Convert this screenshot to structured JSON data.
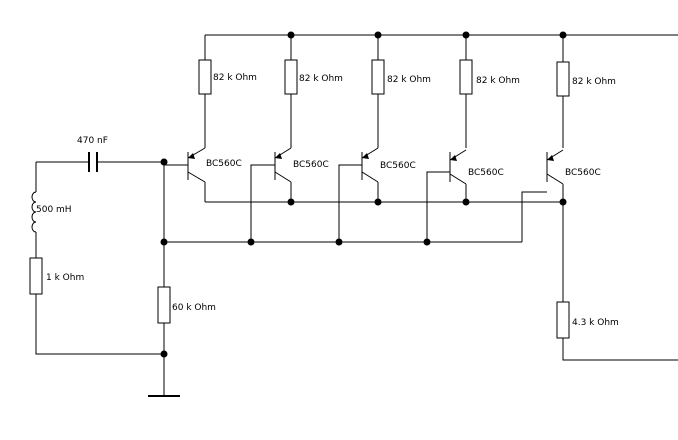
{
  "labels": {
    "capacitor": "470 nF",
    "inductor": "500 mH",
    "r_input": "1 k Ohm",
    "r_bias": "60 k Ohm",
    "r_emitter": "4.3 k Ohm",
    "r_collector_1": "82 k Ohm",
    "r_collector_2": "82 k Ohm",
    "r_collector_3": "82 k Ohm",
    "r_collector_4": "82 k Ohm",
    "r_collector_5": "82 k Ohm",
    "transistor_1": "BC560C",
    "transistor_2": "BC560C",
    "transistor_3": "BC560C",
    "transistor_4": "BC560C",
    "transistor_5": "BC560C"
  },
  "colors": {
    "ink": "#000000",
    "background": "#ffffff"
  }
}
